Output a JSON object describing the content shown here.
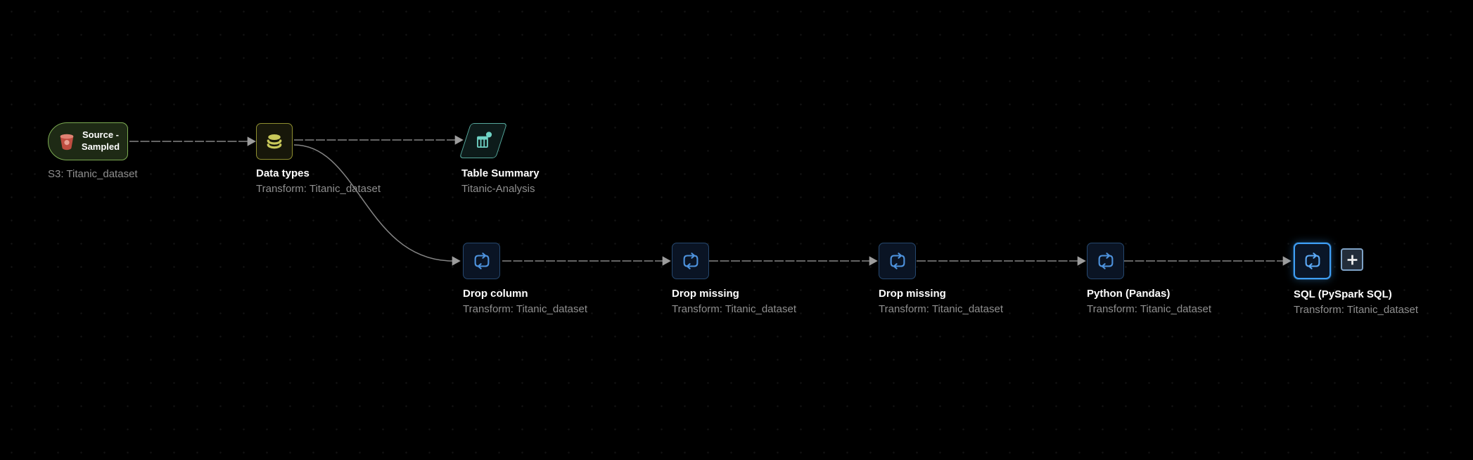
{
  "app": {
    "view": "data-flow-canvas"
  },
  "colors": {
    "canvas_background": "#000000",
    "edge": "#858585",
    "title_text": "#ffffff",
    "subtitle_text": "#8f8f8f",
    "source_border": "#7cab52",
    "source_fill": "#1e2a15",
    "source_icon_red": "#bf4d40",
    "dataset_border": "#8f8f30",
    "dataset_icon": "#c8c85a",
    "analysis_border": "#55a89c",
    "analysis_icon": "#6fd2c4",
    "transform_border": "#26486f",
    "transform_icon": "#4e93de",
    "selected_border": "#3f9ff5",
    "add_button_border": "#7ea2c6",
    "add_button_fill": "#232d3a"
  },
  "flow": {
    "source": {
      "label": "Source - Sampled",
      "subtitle": "S3: Titanic_dataset"
    },
    "data_types": {
      "title": "Data types",
      "subtitle": "Transform: Titanic_dataset"
    },
    "table_summary": {
      "title": "Table Summary",
      "subtitle": "Titanic-Analysis"
    },
    "steps": [
      {
        "title": "Drop column",
        "subtitle": "Transform: Titanic_dataset",
        "selected": false
      },
      {
        "title": "Drop missing",
        "subtitle": "Transform: Titanic_dataset",
        "selected": false
      },
      {
        "title": "Drop missing",
        "subtitle": "Transform: Titanic_dataset",
        "selected": false
      },
      {
        "title": "Python (Pandas)",
        "subtitle": "Transform: Titanic_dataset",
        "selected": false
      },
      {
        "title": "SQL (PySpark SQL)",
        "subtitle": "Transform: Titanic_dataset",
        "selected": true
      }
    ],
    "add_step": {
      "icon": "plus-icon"
    }
  }
}
